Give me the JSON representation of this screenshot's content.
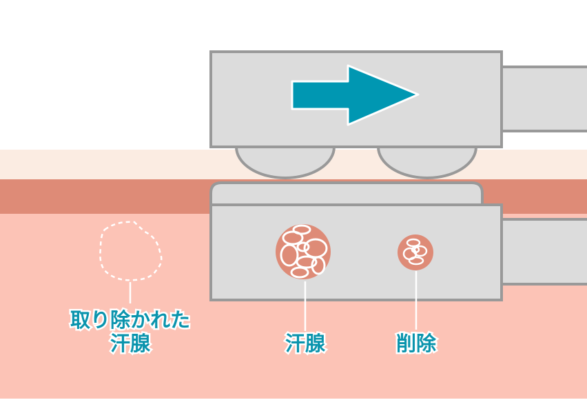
{
  "labels": {
    "removed_line1": "取り除かれた",
    "removed_line2": "汗腺",
    "gland": "汗腺",
    "deleted": "削除"
  },
  "colors": {
    "skin_surface": "#fbece2",
    "skin_dermis": "#de8b77",
    "skin_deep": "#fcc3b6",
    "device_fill": "#dcdcdc",
    "device_stroke": "#999999",
    "arrow": "#0097b2",
    "text": "#0a94ad"
  },
  "arrow_direction": "right"
}
